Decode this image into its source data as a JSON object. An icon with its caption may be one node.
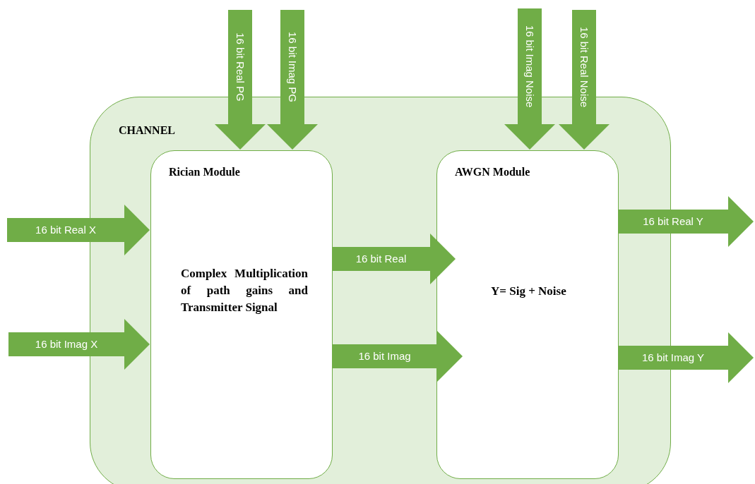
{
  "diagram": {
    "nodes": [
      {
        "text": [
          "CHANNEL"
        ]
      },
      {
        "text": [
          "Rician Module",
          "Complex Multiplication of path gains and Transmitter Signal"
        ],
        "in": 0
      },
      {
        "text": [
          "AWGN Module",
          "Y= Sig + Noise"
        ],
        "in": 0
      }
    ],
    "edges": [
      {
        "from": null,
        "to": 1,
        "arrow": "to",
        "label": "16 bit Real PG"
      },
      {
        "from": null,
        "to": 1,
        "arrow": "to",
        "label": "16 bit Imag PG"
      },
      {
        "from": null,
        "to": 2,
        "arrow": "to",
        "label": "16 bit Imag Noise"
      },
      {
        "from": null,
        "to": 2,
        "arrow": "to",
        "label": "16 bit Real Noise"
      },
      {
        "from": null,
        "to": 1,
        "arrow": "to",
        "label": "16 bit Real X"
      },
      {
        "from": 1,
        "to": 2,
        "arrow": "to",
        "label": "16 bit Real"
      },
      {
        "from": 2,
        "to": null,
        "arrow": "to",
        "label": "16 bit Real Y"
      },
      {
        "from": null,
        "to": 1,
        "arrow": "to",
        "label": "16 bit Imag X"
      },
      {
        "from": 1,
        "to": 2,
        "arrow": "to",
        "label": "16 bit Imag"
      },
      {
        "from": 2,
        "to": null,
        "arrow": "to",
        "label": "16 bit Imag Y"
      }
    ]
  }
}
